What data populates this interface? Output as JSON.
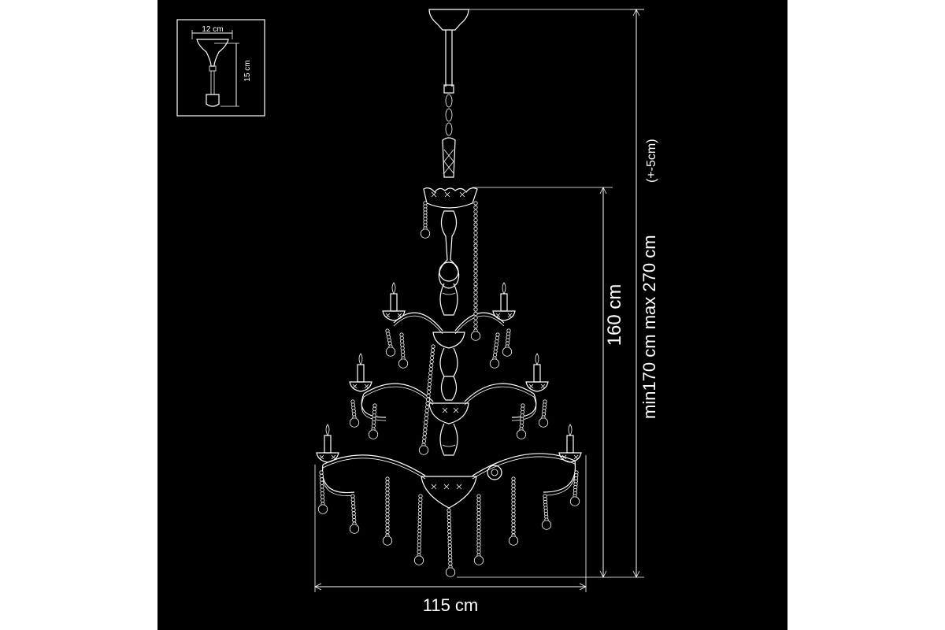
{
  "colors": {
    "background": "#000000",
    "drawing": "#ffffff",
    "outer": "#ffffff"
  },
  "detail": {
    "width_label": "12 cm",
    "height_label": "15 cm"
  },
  "dimensions": {
    "width_label": "115 cm",
    "body_height_label": "160 cm",
    "total_height_label": "min170 cm  max 270 cm",
    "tolerance_label": "(+-5cm)"
  }
}
